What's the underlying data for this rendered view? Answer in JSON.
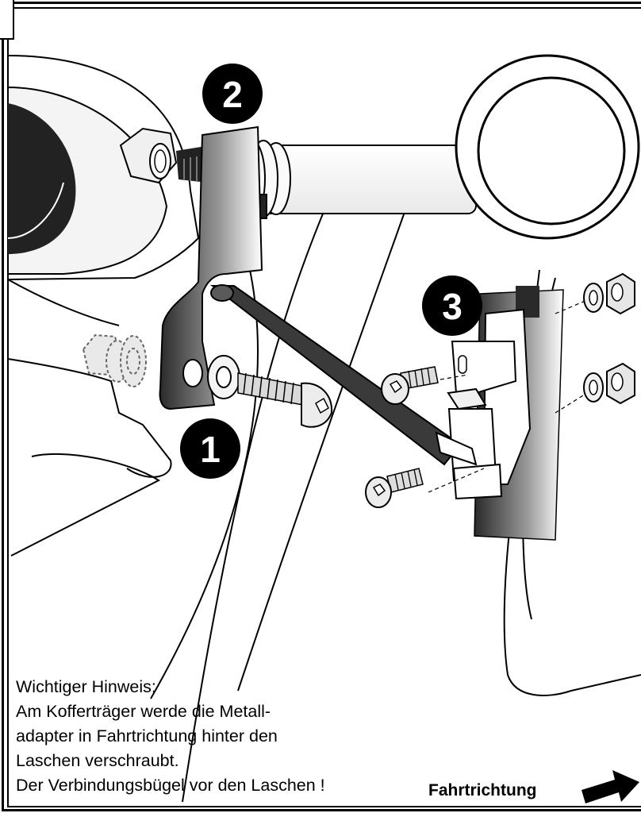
{
  "callouts": {
    "one": "1",
    "two": "2",
    "three": "3"
  },
  "note": {
    "line1": "Wichtiger Hinweis:",
    "line2": "Am Kofferträger werde die Metall-",
    "line3": "adapter in Fahrtrichtung hinter den",
    "line4": "Laschen verschraubt.",
    "line5": "Der Verbindungsbügel vor den Laschen !"
  },
  "direction": {
    "label": "Fahrtrichtung",
    "arrow_icon": "right-arrow-icon"
  },
  "colors": {
    "callout_fill": "#000000",
    "metal_dark": "#2a2a2a",
    "metal_light": "#ececec",
    "line": "#000000"
  }
}
